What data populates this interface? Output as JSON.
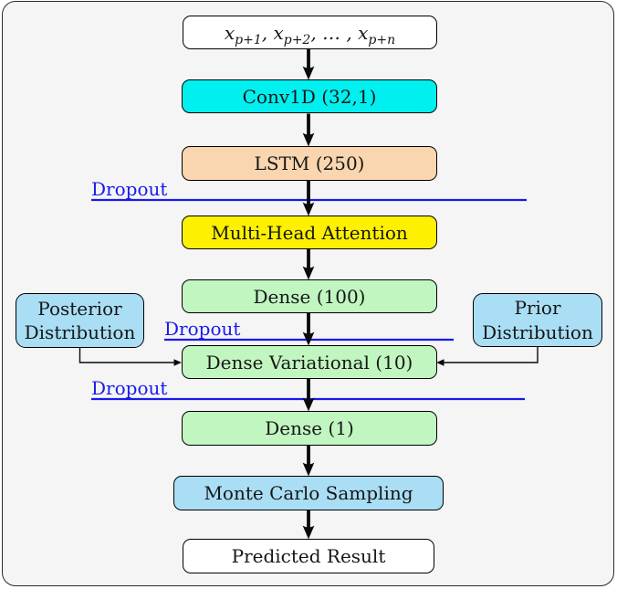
{
  "frame": {
    "background": "#f5f5f5",
    "border_color": "#2b2b2b"
  },
  "colors": {
    "cyan": "#00f0f0",
    "peach": "#f9d6af",
    "yellow": "#fdf000",
    "green": "#c1f6c1",
    "light_blue": "#a9def5",
    "white": "#ffffff",
    "dropout_blue": "#1a1aec"
  },
  "nodes": {
    "input": {
      "x1": "x",
      "sub1": "p+1",
      "sep1": ",  ",
      "x2": "x",
      "sub2": "p+2",
      "sep2": ",  …  ,  ",
      "x3": "x",
      "sub3": "p+n"
    },
    "conv1d": {
      "label": "Conv1D (32,1)"
    },
    "lstm": {
      "label": "LSTM (250)"
    },
    "attention": {
      "label": "Multi-Head Attention"
    },
    "dense100": {
      "label": "Dense (100)"
    },
    "posterior": {
      "line1": "Posterior",
      "line2": "Distribution"
    },
    "prior": {
      "line1": "Prior",
      "line2": "Distribution"
    },
    "dense_variational": {
      "label": "Dense Variational (10)"
    },
    "dense1": {
      "label": "Dense (1)"
    },
    "monte_carlo": {
      "label": "Monte Carlo Sampling"
    },
    "predicted": {
      "label": "Predicted Result"
    }
  },
  "dropout": {
    "label1": "Dropout",
    "label2": "Dropout",
    "label3": "Dropout"
  }
}
